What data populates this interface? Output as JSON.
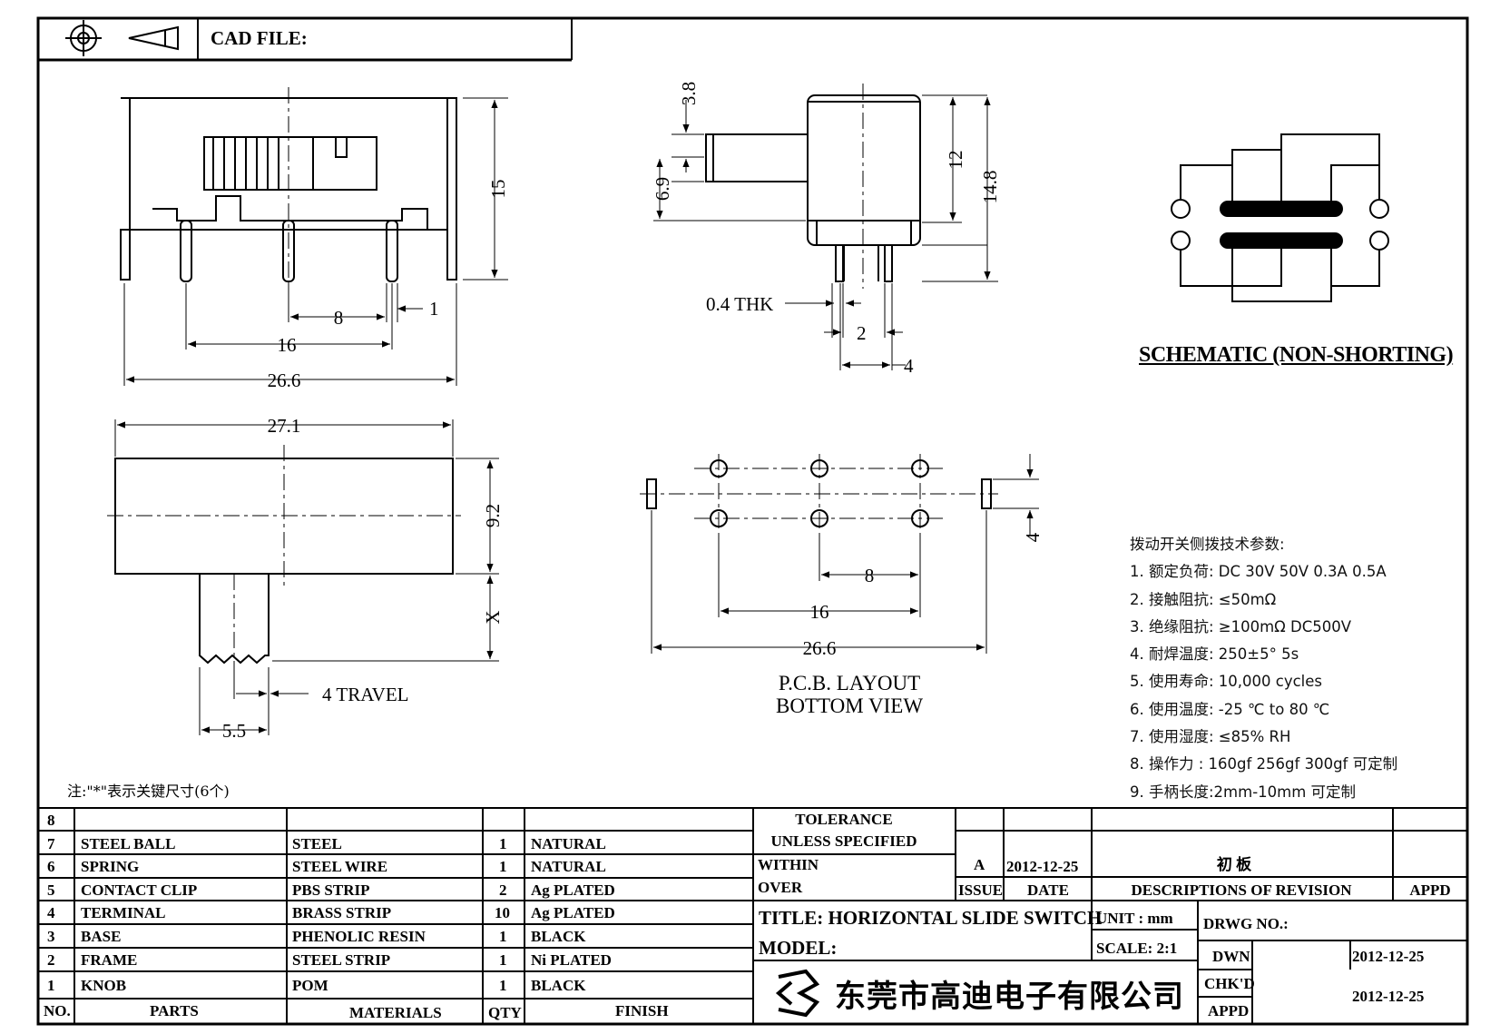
{
  "header": {
    "cad_file_label": "CAD FILE:"
  },
  "side_view": {
    "dims": [
      "15",
      "8",
      "1",
      "16",
      "26.6"
    ]
  },
  "end_view": {
    "dims": [
      "3.8",
      "6.9",
      "12",
      "14.8",
      "0.4 THK",
      "2",
      "4"
    ]
  },
  "top_view": {
    "dims": [
      "27.1",
      "9.2",
      "X",
      "4 TRAVEL",
      "5.5"
    ]
  },
  "pcb_layout": {
    "dims": [
      "4",
      "8",
      "16",
      "26.6"
    ],
    "label_line1": "P.C.B. LAYOUT",
    "label_line2": "BOTTOM VIEW"
  },
  "schematic": {
    "label": "SCHEMATIC (NON-SHORTING)"
  },
  "specs": {
    "title": "拨动开关侧拨技术参数:",
    "items": [
      "1.  额定负荷: DC 30V    50V    0.3A    0.5A",
      "2.  接触阻抗: ≤50mΩ",
      "3.  绝缘阻抗: ≥100mΩ   DC500V",
      "4.  耐焊温度: 250±5° 5s",
      "5.  使用寿命: 10,000 cycles",
      "6.  使用温度: -25 ℃ to 80 ℃",
      "7.  使用湿度: ≤85% RH",
      "8.  操作力 : 160gf    256gf    300gf  可定制",
      "9.  手柄长度:2mm-10mm   可定制"
    ]
  },
  "note": "注:\"*\"表示关键尺寸(6个)",
  "bom": {
    "headers": [
      "NO.",
      "PARTS",
      "MATERIALS",
      "QTY",
      "FINISH"
    ],
    "rows": [
      {
        "no": "8",
        "part": "",
        "material": "",
        "qty": "",
        "finish": ""
      },
      {
        "no": "7",
        "part": "STEEL BALL",
        "material": "STEEL",
        "qty": "1",
        "finish": "NATURAL"
      },
      {
        "no": "6",
        "part": "SPRING",
        "material": "STEEL WIRE",
        "qty": "1",
        "finish": "NATURAL"
      },
      {
        "no": "5",
        "part": "CONTACT CLIP",
        "material": "PBS STRIP",
        "qty": "2",
        "finish": "Ag PLATED"
      },
      {
        "no": "4",
        "part": "TERMINAL",
        "material": "BRASS STRIP",
        "qty": "10",
        "finish": "Ag PLATED"
      },
      {
        "no": "3",
        "part": "BASE",
        "material": "PHENOLIC RESIN",
        "qty": "1",
        "finish": "BLACK"
      },
      {
        "no": "2",
        "part": "FRAME",
        "material": "STEEL STRIP",
        "qty": "1",
        "finish": "Ni PLATED"
      },
      {
        "no": "1",
        "part": "KNOB",
        "material": "POM",
        "qty": "1",
        "finish": "BLACK"
      }
    ]
  },
  "title_block": {
    "tolerance_line1": "TOLERANCE",
    "tolerance_line2": "UNLESS   SPECIFIED",
    "within": "WITHIN",
    "over": "OVER",
    "issue_value": "A",
    "date_value": "2012-12-25",
    "revision_text": "初  板",
    "issue_label": "ISSUE",
    "date_label": "DATE",
    "descriptions_label": "DESCRIPTIONS  OF  REVISION",
    "appd_label": "APPD",
    "title": "TITLE:  HORIZONTAL  SLIDE  SWITCH",
    "unit": "UNIT : mm",
    "drwg_no": "DRWG  NO.:",
    "model": "MODEL:",
    "scale": "SCALE:  2:1",
    "dwn_label": "DWN",
    "dwn_date": "2012-12-25",
    "chkd_label": "CHK'D",
    "appd2_label": "APPD",
    "appd_date": "2012-12-25",
    "company": "东莞市高迪电子有限公司"
  }
}
